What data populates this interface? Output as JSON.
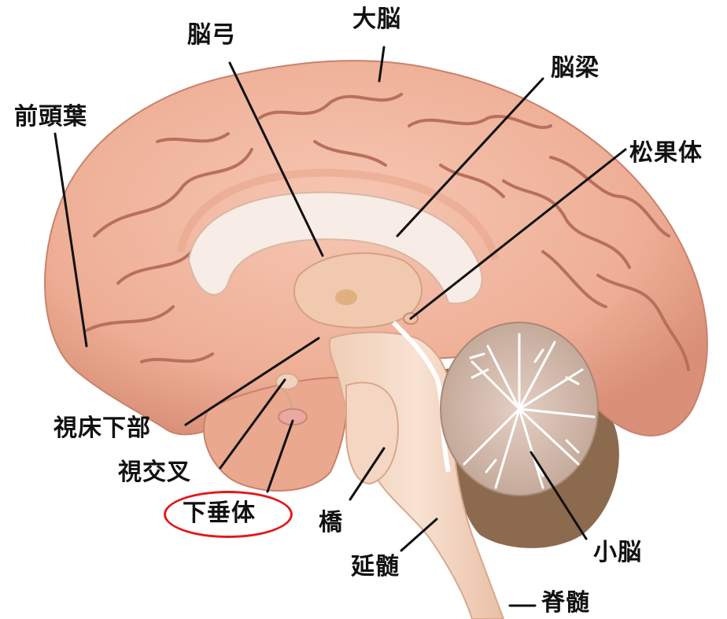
{
  "labels": {
    "fornix": "脳弓",
    "cerebrum": "大脳",
    "frontal_lobe": "前頭葉",
    "corpus_callosum": "脳梁",
    "pineal_body": "松果体",
    "hypothalamus": "視床下部",
    "optic_chiasm": "視交叉",
    "pituitary": "下垂体",
    "pons": "橋",
    "medulla": "延髄",
    "cerebellum": "小脳",
    "spinal_cord": "脊髄"
  },
  "highlight": {
    "target": "pituitary",
    "color": "#e01a1a"
  },
  "colors": {
    "cortex": "#f0b49c",
    "cortex_shadow": "#c9826c",
    "sulcus": "#b8705c",
    "white_matter": "#f7ece6",
    "brainstem": "#f3d5c0",
    "cerebellum_gray": "#d9c2b5",
    "cerebellum_white": "#ffffff",
    "tentorium": "#8c6a4e",
    "leader_line": "#111111"
  }
}
